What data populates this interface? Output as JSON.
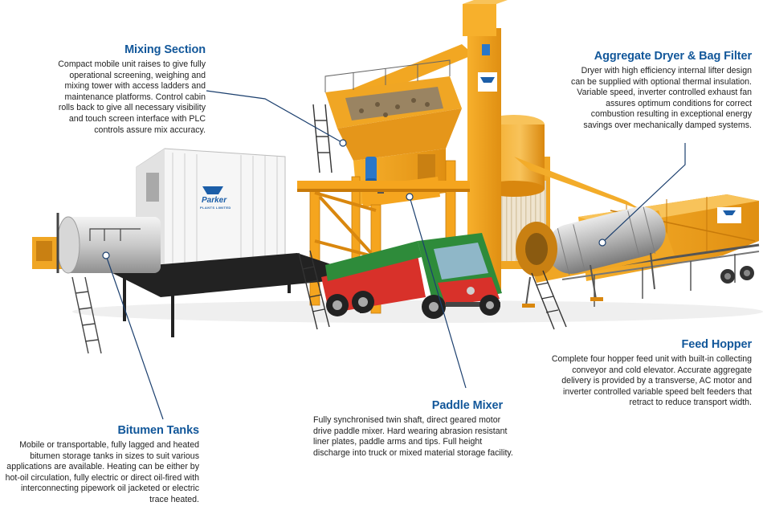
{
  "brand": {
    "name": "Parker",
    "subtitle": "PLANTS LIMITED",
    "colors": {
      "primary": "#1c5ea8",
      "plant": "#f5a51e",
      "plant_dark": "#d98a10",
      "truck_green": "#2e8b3a",
      "truck_red": "#d8312a"
    }
  },
  "callouts": {
    "mixing": {
      "title": "Mixing Section",
      "body": "Compact mobile unit raises to give fully operational screening, weighing and mixing tower with access ladders and maintenance platforms. Control cabin rolls back to give all necessary visibility and touch screen interface with PLC controls assure mix accuracy."
    },
    "dryer": {
      "title": "Aggregate Dryer & Bag Filter",
      "body": "Dryer with high efficiency internal lifter design can be supplied with optional thermal insulation. Variable speed, inverter controlled exhaust fan assures optimum conditions for correct combustion resulting in exceptional energy savings over mechanically damped systems."
    },
    "feed": {
      "title": "Feed Hopper",
      "body": "Complete four hopper feed unit with built-in collecting conveyor and cold elevator. Accurate aggregate delivery is provided by a transverse, AC motor and inverter controlled variable speed belt feeders that retract to reduce transport width."
    },
    "paddle": {
      "title": "Paddle Mixer",
      "body": "Fully synchronised twin shaft, direct geared motor drive paddle mixer. Hard wearing abrasion resistant liner plates, paddle arms and tips. Full height discharge into truck or mixed material storage facility."
    },
    "bitumen": {
      "title": "Bitumen Tanks",
      "body": "Mobile or transportable, fully lagged and heated bitumen storage tanks in sizes to suit various applications are available. Heating can be either by hot-oil circulation, fully electric or direct oil-fired with interconnecting pipework oil jacketed or electric trace heated."
    }
  }
}
